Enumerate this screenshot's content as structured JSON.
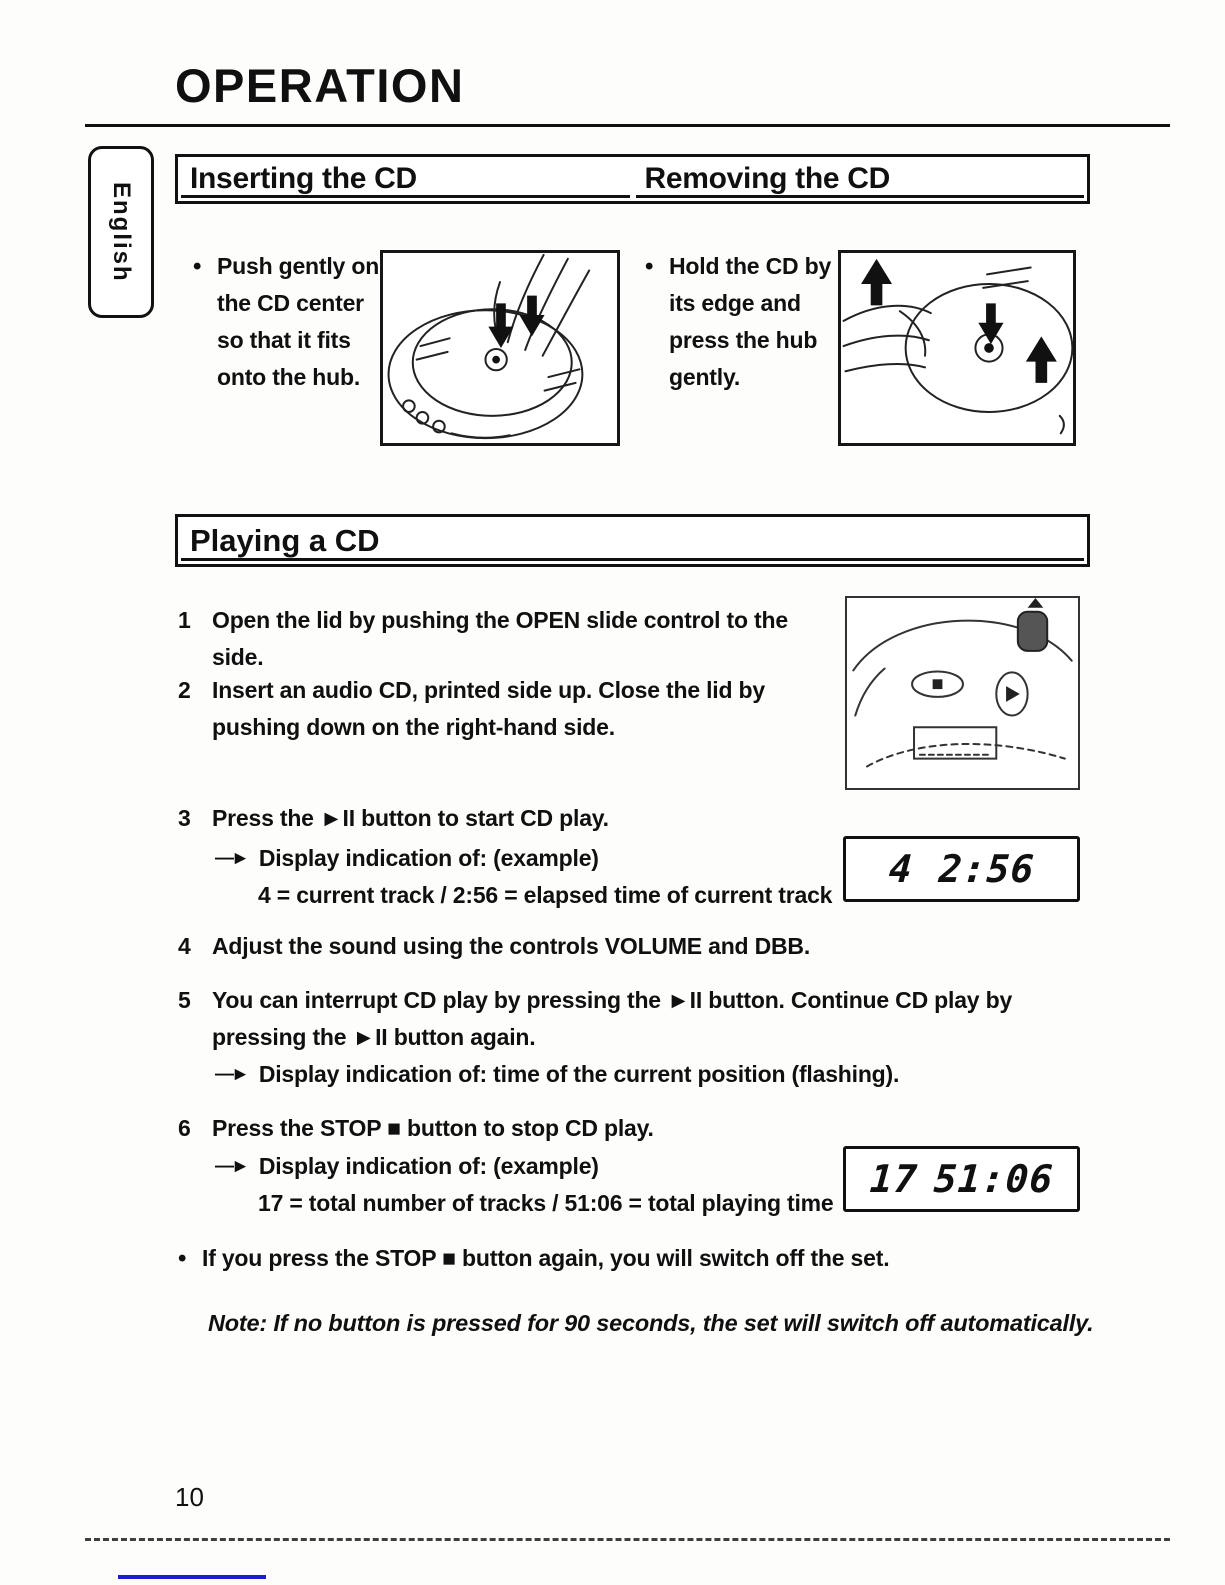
{
  "page": {
    "title": "OPERATION",
    "language_tab": "English",
    "page_number": "10"
  },
  "glyphs": {
    "bullet": "•",
    "arrow": "—►",
    "play_pause": "►II",
    "stop": "■"
  },
  "inserting": {
    "title": "Inserting the CD",
    "bullet": "Push gently on the CD center so that it fits onto the hub."
  },
  "removing": {
    "title": "Removing the CD",
    "bullet": "Hold the CD by its edge and press the hub gently."
  },
  "playing": {
    "title": "Playing a CD",
    "step1": {
      "num": "1",
      "text": "Open the lid by pushing the OPEN slide control ",
      "bold": "to the side."
    },
    "step2": {
      "num": "2",
      "text": "Insert an audio CD, printed side up. Close the lid by pushing down on the right-hand side."
    },
    "step3": {
      "num": "3",
      "pre": "Press the ",
      "post": " button to start CD play.",
      "sub1": "Display indication of: (example)",
      "sub2": "4 = current track / 2:56 = elapsed time of current track",
      "display": {
        "track": "4",
        "time": "2:56"
      }
    },
    "step4": {
      "num": "4",
      "text": "Adjust the sound using the controls VOLUME and DBB."
    },
    "step5": {
      "num": "5",
      "part1": "You can interrupt CD play by pressing the ",
      "part2": " button. Continue CD play by pressing the ",
      "part3": " button again.",
      "sub1": "Display indication of: time of the current position (flashing)."
    },
    "step6": {
      "num": "6",
      "pre": "Press the STOP ",
      "post": " button to stop CD play.",
      "sub1": "Display indication of: (example)",
      "sub2": "17 = total number of tracks / 51:06 = total playing time",
      "display": {
        "track": "17",
        "time": "51:06"
      }
    },
    "stop_note": {
      "pre": "If you press the STOP ",
      "post": " button again, you will switch off the set."
    },
    "note": "Note: If no button is pressed for 90 seconds, the set will switch off automatically."
  }
}
